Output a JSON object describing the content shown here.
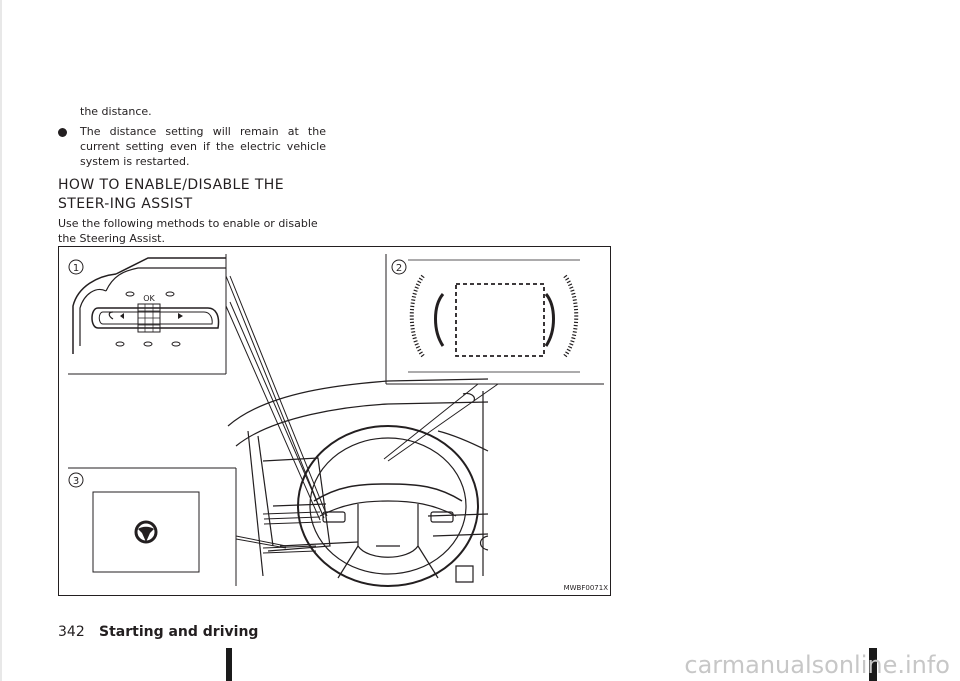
{
  "body": {
    "continuation": "the distance.",
    "bullets": [
      "The distance setting will remain at the current setting even if the electric vehicle system is restarted."
    ],
    "heading": "HOW TO ENABLE/DISABLE THE STEER-ING ASSIST",
    "intro": "Use the following methods to enable or disable the Steering Assist."
  },
  "figure": {
    "callouts": [
      "1",
      "2",
      "3"
    ],
    "switch_ok_label": "OK",
    "code": "MWBF0071X"
  },
  "footer": {
    "page_number": "342",
    "section_title": "Starting and driving"
  },
  "watermark": "carmanualsonline.info"
}
